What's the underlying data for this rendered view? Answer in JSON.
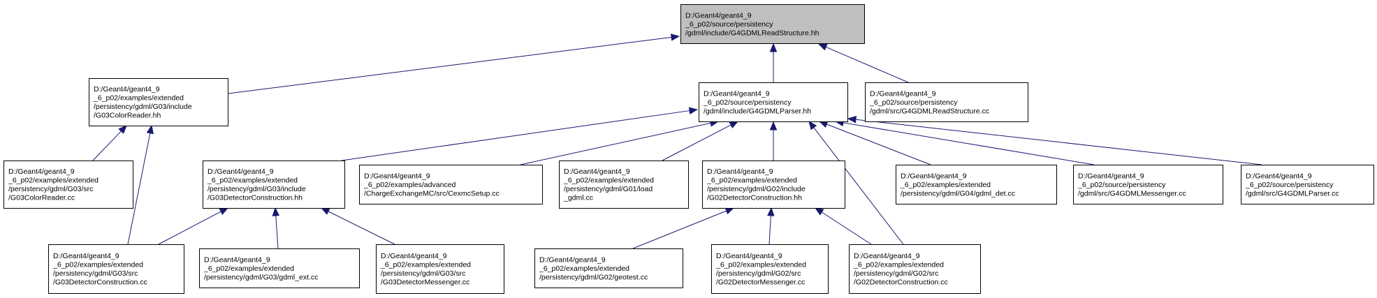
{
  "diagram": {
    "colors": {
      "edge": "#191970",
      "node_fill": "#ffffff",
      "root_fill": "#bfbfbf",
      "node_border": "#000000"
    },
    "nodes": [
      {
        "id": "root",
        "lines": [
          "D:/Geant4/geant4_9",
          "_6_p02/source/persistency",
          "/gdml/include/G4GDMLReadStructure.hh"
        ]
      },
      {
        "id": "colorreader_hh",
        "lines": [
          "D:/Geant4/geant4_9",
          "_6_p02/examples/extended",
          "/persistency/gdml/G03/include",
          "/G03ColorReader.hh"
        ]
      },
      {
        "id": "parser_hh",
        "lines": [
          "D:/Geant4/geant4_9",
          "_6_p02/source/persistency",
          "/gdml/include/G4GDMLParser.hh"
        ]
      },
      {
        "id": "readstructure_cc",
        "lines": [
          "D:/Geant4/geant4_9",
          "_6_p02/source/persistency",
          "/gdml/src/G4GDMLReadStructure.cc"
        ]
      },
      {
        "id": "colorreader_cc",
        "lines": [
          "D:/Geant4/geant4_9",
          "_6_p02/examples/extended",
          "/persistency/gdml/G03/src",
          "/G03ColorReader.cc"
        ]
      },
      {
        "id": "g03detcons_hh",
        "lines": [
          "D:/Geant4/geant4_9",
          "_6_p02/examples/extended",
          "/persistency/gdml/G03/include",
          "/G03DetectorConstruction.hh"
        ]
      },
      {
        "id": "cexmcsetup_cc",
        "lines": [
          "D:/Geant4/geant4_9",
          "_6_p02/examples/advanced",
          "/ChargeExchangeMC/src/CexmcSetup.cc"
        ]
      },
      {
        "id": "load_gdml_cc",
        "lines": [
          "D:/Geant4/geant4_9",
          "_6_p02/examples/extended",
          "/persistency/gdml/G01/load",
          "_gdml.cc"
        ]
      },
      {
        "id": "g02detcons_hh",
        "lines": [
          "D:/Geant4/geant4_9",
          "_6_p02/examples/extended",
          "/persistency/gdml/G02/include",
          "/G02DetectorConstruction.hh"
        ]
      },
      {
        "id": "gdml_det_cc",
        "lines": [
          "D:/Geant4/geant4_9",
          "_6_p02/examples/extended",
          "/persistency/gdml/G04/gdml_det.cc"
        ]
      },
      {
        "id": "messenger_cc",
        "lines": [
          "D:/Geant4/geant4_9",
          "_6_p02/source/persistency",
          "/gdml/src/G4GDMLMessenger.cc"
        ]
      },
      {
        "id": "parser_cc",
        "lines": [
          "D:/Geant4/geant4_9",
          "_6_p02/source/persistency",
          "/gdml/src/G4GDMLParser.cc"
        ]
      },
      {
        "id": "g03detcons_cc",
        "lines": [
          "D:/Geant4/geant4_9",
          "_6_p02/examples/extended",
          "/persistency/gdml/G03/src",
          "/G03DetectorConstruction.cc"
        ]
      },
      {
        "id": "gdml_ext_cc",
        "lines": [
          "D:/Geant4/geant4_9",
          "_6_p02/examples/extended",
          "/persistency/gdml/G03/gdml_ext.cc"
        ]
      },
      {
        "id": "g03messenger_cc",
        "lines": [
          "D:/Geant4/geant4_9",
          "_6_p02/examples/extended",
          "/persistency/gdml/G03/src",
          "/G03DetectorMessenger.cc"
        ]
      },
      {
        "id": "geotest_cc",
        "lines": [
          "D:/Geant4/geant4_9",
          "_6_p02/examples/extended",
          "/persistency/gdml/G02/geotest.cc"
        ]
      },
      {
        "id": "g02messenger_cc",
        "lines": [
          "D:/Geant4/geant4_9",
          "_6_p02/examples/extended",
          "/persistency/gdml/G02/src",
          "/G02DetectorMessenger.cc"
        ]
      },
      {
        "id": "g02detcons_cc",
        "lines": [
          "D:/Geant4/geant4_9",
          "_6_p02/examples/extended",
          "/persistency/gdml/G02/src",
          "/G02DetectorConstruction.cc"
        ]
      }
    ],
    "edges": [
      {
        "from": "colorreader_hh",
        "to": "root"
      },
      {
        "from": "parser_hh",
        "to": "root"
      },
      {
        "from": "readstructure_cc",
        "to": "root"
      },
      {
        "from": "colorreader_cc",
        "to": "colorreader_hh"
      },
      {
        "from": "g03detcons_cc",
        "to": "colorreader_hh"
      },
      {
        "from": "g03detcons_hh",
        "to": "parser_hh"
      },
      {
        "from": "cexmcsetup_cc",
        "to": "parser_hh"
      },
      {
        "from": "load_gdml_cc",
        "to": "parser_hh"
      },
      {
        "from": "g02detcons_hh",
        "to": "parser_hh"
      },
      {
        "from": "g02detcons_cc",
        "to": "parser_hh"
      },
      {
        "from": "gdml_det_cc",
        "to": "parser_hh"
      },
      {
        "from": "messenger_cc",
        "to": "parser_hh"
      },
      {
        "from": "parser_cc",
        "to": "parser_hh"
      },
      {
        "from": "g03detcons_cc",
        "to": "g03detcons_hh"
      },
      {
        "from": "gdml_ext_cc",
        "to": "g03detcons_hh"
      },
      {
        "from": "g03messenger_cc",
        "to": "g03detcons_hh"
      },
      {
        "from": "geotest_cc",
        "to": "g02detcons_hh"
      },
      {
        "from": "g02messenger_cc",
        "to": "g02detcons_hh"
      },
      {
        "from": "g02detcons_cc",
        "to": "g02detcons_hh"
      }
    ]
  }
}
